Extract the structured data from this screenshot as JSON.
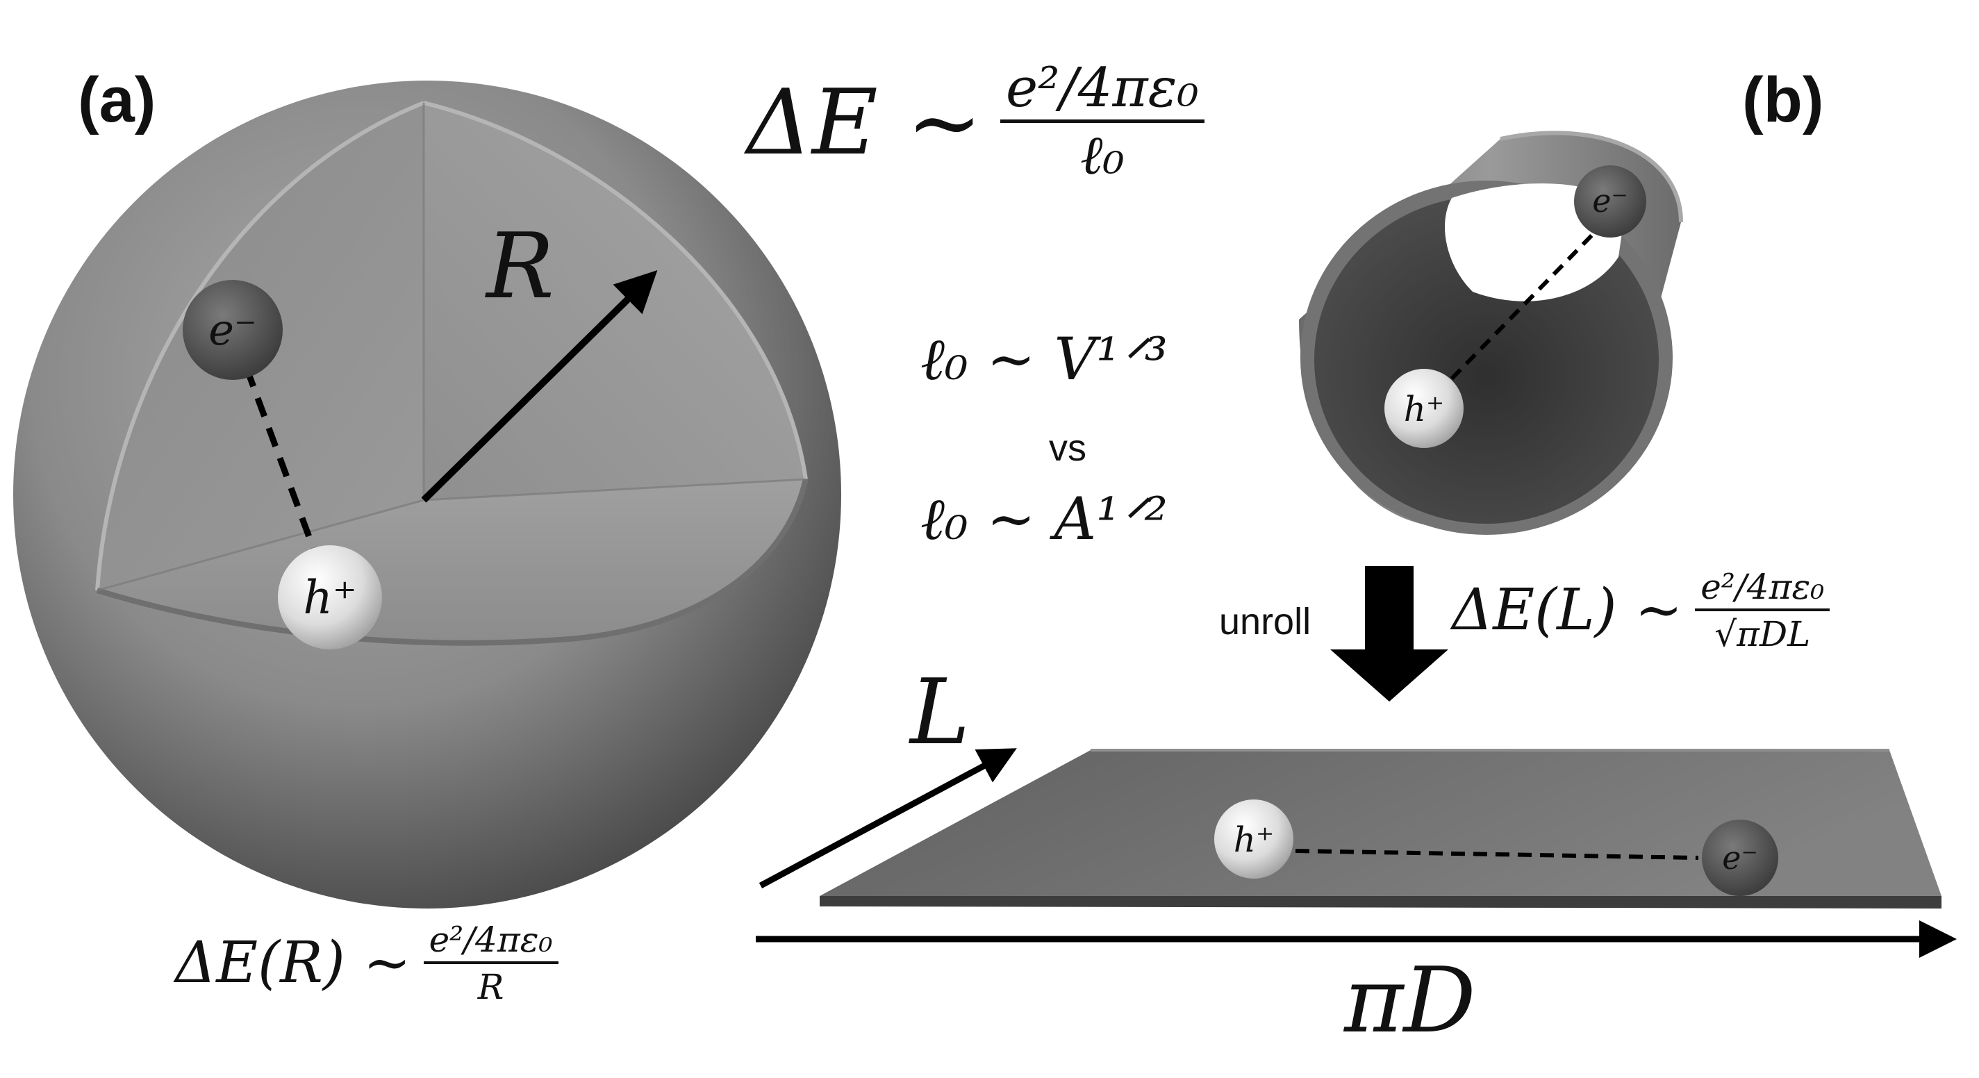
{
  "panels": {
    "a": "(a)",
    "b": "(b)"
  },
  "labels": {
    "radius": "R",
    "length": "L",
    "circumference": "πD",
    "unroll": "unroll",
    "vs": "vs"
  },
  "equations": {
    "main": {
      "lhs": "ΔE ∼",
      "num": "e²/4πε₀",
      "den": "ℓ₀"
    },
    "sphere": {
      "lhs": "ΔE(R) ∼",
      "num": "e²/4πε₀",
      "den": "R"
    },
    "tube": {
      "lhs": "ΔE(L) ∼",
      "num": "e²/4πε₀",
      "den": "√πDL"
    },
    "volume": "ℓ₀ ∼ V¹ᐟ³",
    "area": "ℓ₀ ∼ A¹ᐟ²"
  },
  "particles": {
    "electron": "e⁻",
    "hole": "h⁺"
  }
}
